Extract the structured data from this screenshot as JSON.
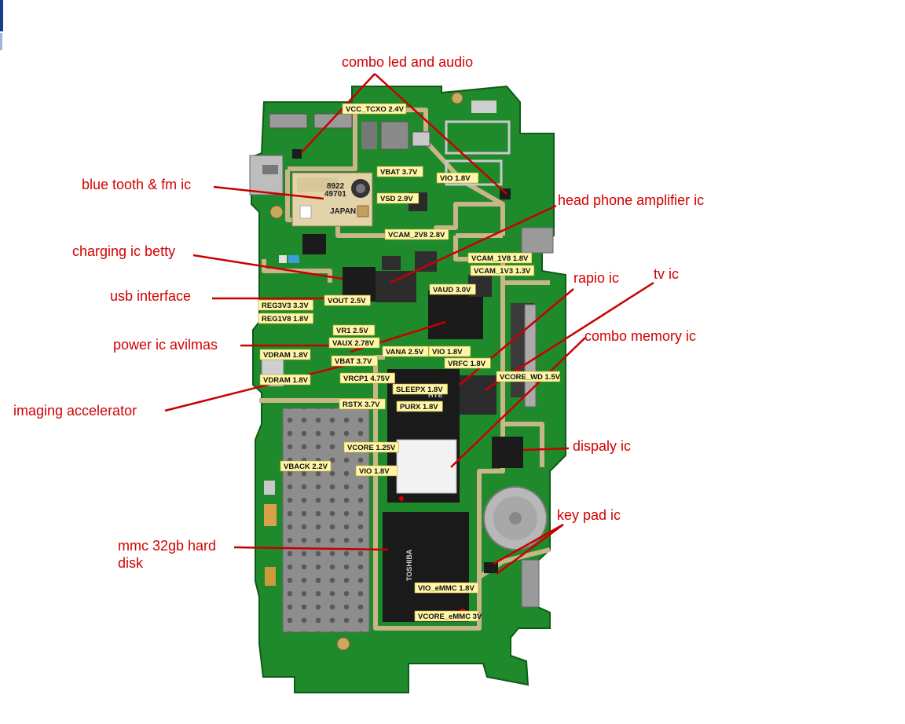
{
  "colors": {
    "board_green": "#1f8a2b",
    "trace_tan": "#c8b58a",
    "label_bg": "#fff6a8",
    "callout_red": "#d40000",
    "chip_black": "#1b1b1b"
  },
  "callouts": [
    {
      "id": "combo-led-audio",
      "text": "combo  led and audio"
    },
    {
      "id": "bluetooth-fm-ic",
      "text": "blue tooth & fm ic"
    },
    {
      "id": "headphone-amplifier-ic",
      "text": "head phone amplifier ic"
    },
    {
      "id": "charging-ic-betty",
      "text": "charging ic betty"
    },
    {
      "id": "rapio-ic",
      "text": "rapio ic"
    },
    {
      "id": "tv-ic",
      "text": "tv ic"
    },
    {
      "id": "usb-interface",
      "text": "usb interface"
    },
    {
      "id": "combo-memory-ic",
      "text": "combo memory ic"
    },
    {
      "id": "power-ic-avilmas",
      "text": "power ic avilmas"
    },
    {
      "id": "imaging-accelerator",
      "text": "imaging accelerator"
    },
    {
      "id": "dispaly-ic",
      "text": "dispaly ic"
    },
    {
      "id": "key-pad-ic",
      "text": "key pad ic"
    },
    {
      "id": "mmc-32gb-hard-disk",
      "text": "mmc 32gb hard disk"
    }
  ],
  "voltage_labels": [
    "VCC_TCXO 2.4V",
    "VBAT 3.7V",
    "VIO 1.8V",
    "VSD 2.9V",
    "VCAM_2V8 2.8V",
    "VCAM_1V8 1.8V",
    "VCAM_1V3 1.3V",
    "VAUD 3.0V",
    "VOUT 2.5V",
    "REG3V3 3.3V",
    "REG1V8 1.8V",
    "VR1 2.5V",
    "VAUX 2.78V",
    "VDRAM 1.8V",
    "VANA 2.5V",
    "VIO 1.8V",
    "VRFC 1.8V",
    "VBAT 3.7V",
    "VDRAM 1.8V",
    "VRCP1 4.75V",
    "SLEEPX 1.8V",
    "VCORE_WD 1.5V",
    "RSTX 3.7V",
    "PURX 1.8V",
    "VCORE 1.25V",
    "VBACK 2.2V",
    "VIO 1.8V",
    "VIO_eMMC 1.8V",
    "VCORE_eMMC 3V"
  ],
  "chip_markings": {
    "bt_module": [
      "8922",
      "49701",
      "JAPAN"
    ],
    "flash_chip": "TOSHIBA"
  }
}
